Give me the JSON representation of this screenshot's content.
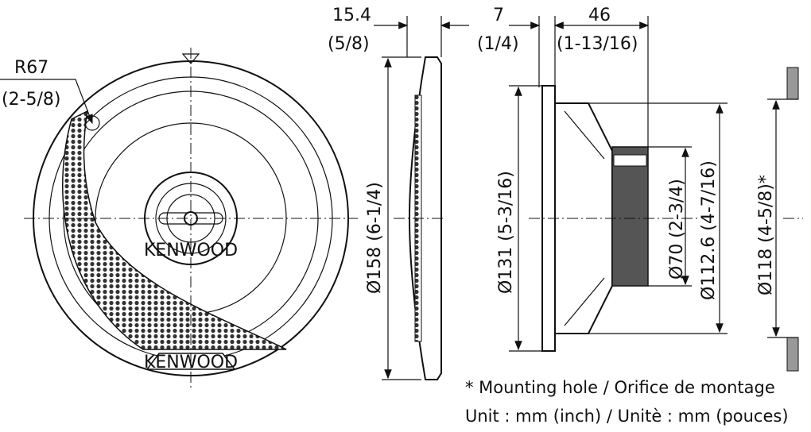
{
  "dimensions": {
    "grille_depth_mm": "15.4",
    "grille_depth_in": "(5/8)",
    "flange_mm": "7",
    "flange_in": "(1/4)",
    "depth_mm": "46",
    "depth_in": "(1-13/16)",
    "radius_mm": "R67",
    "radius_in": "(2-5/8)",
    "outer_dia": "Ø158 (6-1/4)",
    "frame_dia": "Ø131 (5-3/16)",
    "magnet_dia": "Ø70 (2-3/4)",
    "basket_dia": "Ø112.6 (4-7/16)",
    "hole_dia": "Ø118 (4-5/8)*"
  },
  "brand": "KENWOOD",
  "notes": {
    "mounting": "* Mounting hole / Orifice de montage",
    "unit": "Unit : mm (inch) / Unitè : mm (pouces)"
  }
}
